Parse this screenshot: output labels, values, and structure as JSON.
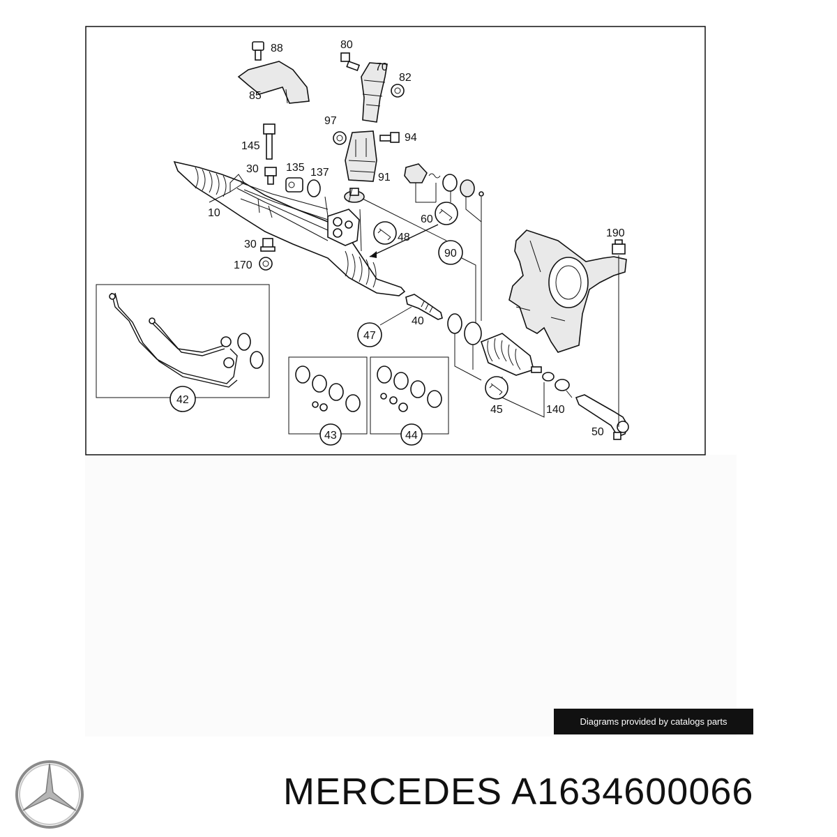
{
  "diagram": {
    "callouts": [
      "88",
      "80",
      "70",
      "82",
      "85",
      "97",
      "94",
      "145",
      "30",
      "135",
      "137",
      "91",
      "10",
      "60",
      "48",
      "90",
      "30",
      "170",
      "190",
      "47",
      "40",
      "42",
      "43",
      "44",
      "45",
      "140",
      "50"
    ]
  },
  "footer": {
    "credit": "Diagrams provided by catalogs parts",
    "brand": "MERCEDES",
    "part_number": "A1634600066"
  }
}
